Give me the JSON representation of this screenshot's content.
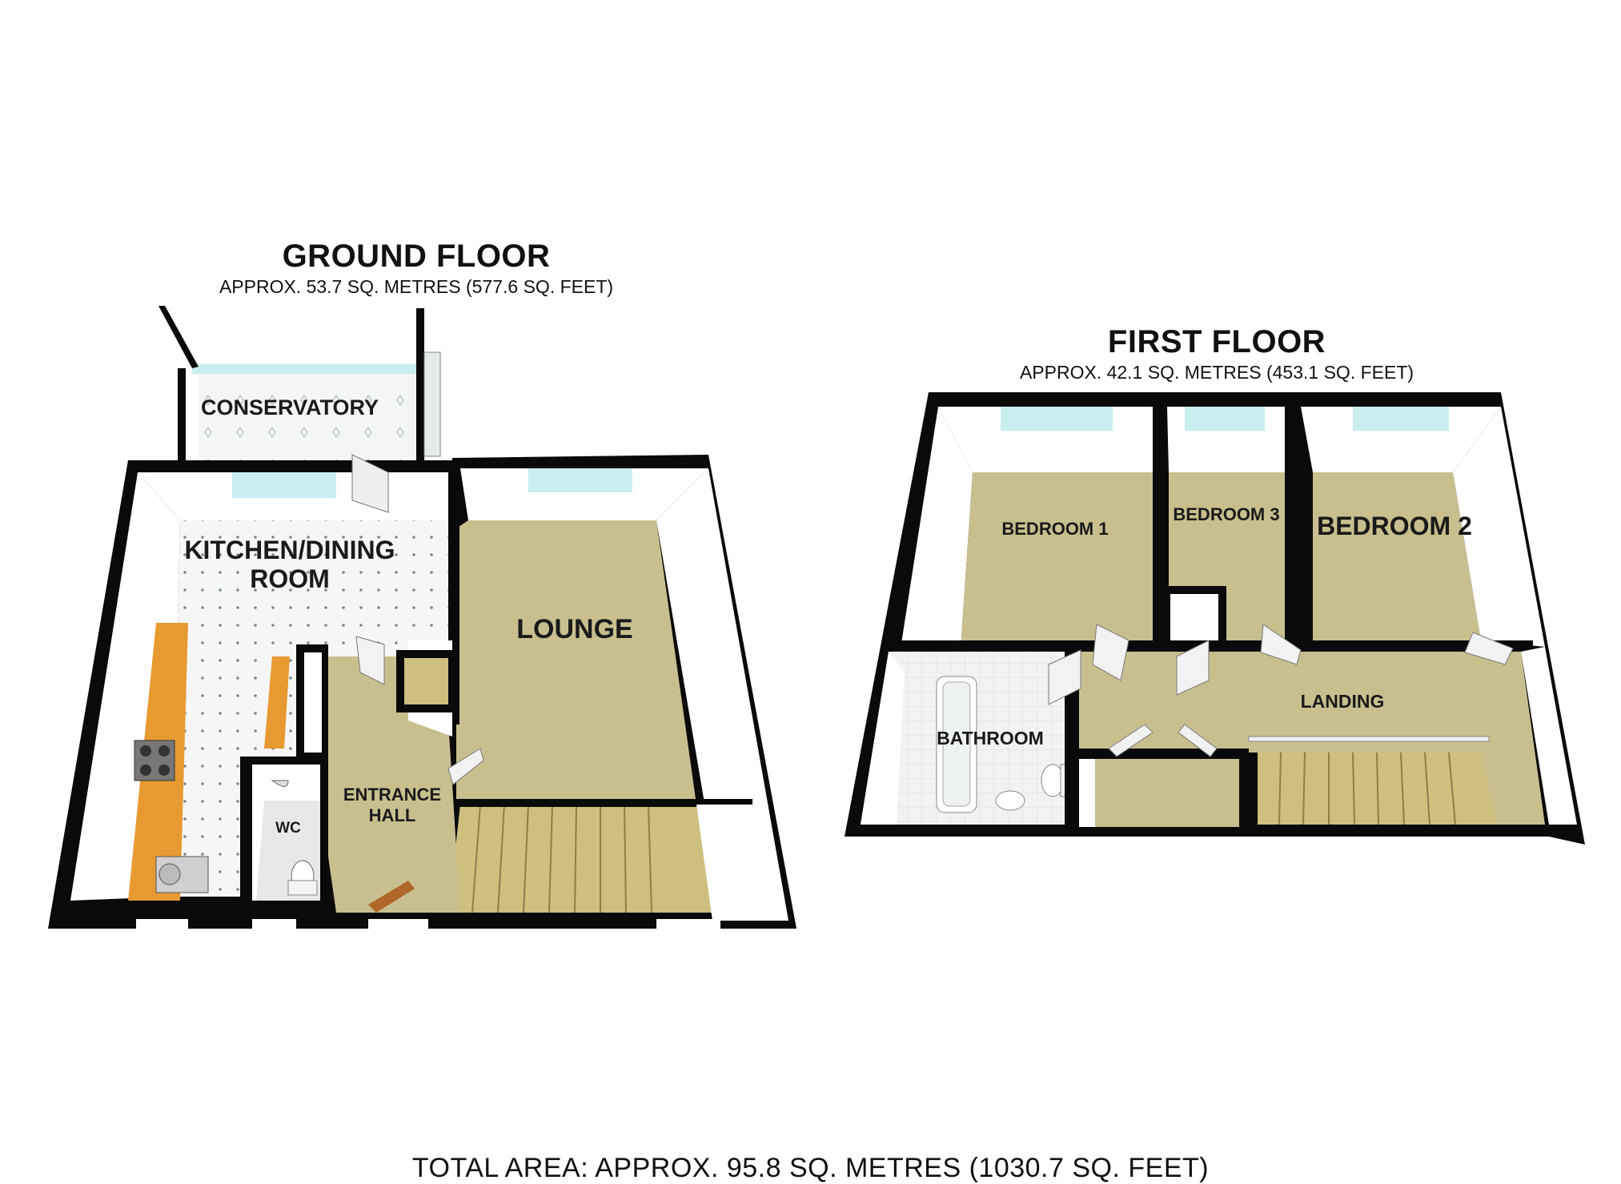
{
  "ground_floor": {
    "title": "GROUND FLOOR",
    "area": "APPROX. 53.7 SQ. METRES (577.6 SQ. FEET)",
    "rooms": {
      "conservatory": "CONSERVATORY",
      "kitchen_line1": "KITCHEN/DINING",
      "kitchen_line2": "ROOM",
      "lounge": "LOUNGE",
      "hall_line1": "ENTRANCE",
      "hall_line2": "HALL",
      "wc": "WC"
    }
  },
  "first_floor": {
    "title": "FIRST FLOOR",
    "area": "APPROX. 42.1 SQ. METRES (453.1 SQ. FEET)",
    "rooms": {
      "bedroom1": "BEDROOM 1",
      "bedroom3": "BEDROOM 3",
      "bedroom2": "BEDROOM 2",
      "bathroom": "BATHROOM",
      "landing": "LANDING"
    }
  },
  "total_area": "TOTAL AREA: APPROX. 95.8 SQ. METRES (1030.7 SQ. FEET)",
  "colors": {
    "wall": "#0a0a0a",
    "carpet": "#c9bf8e",
    "floor_tile": "#f4f4f4",
    "wall_face": "#ffffff",
    "worktop": "#e89a32",
    "window": "#c8eef0",
    "stairs": "#cdbf7e"
  }
}
